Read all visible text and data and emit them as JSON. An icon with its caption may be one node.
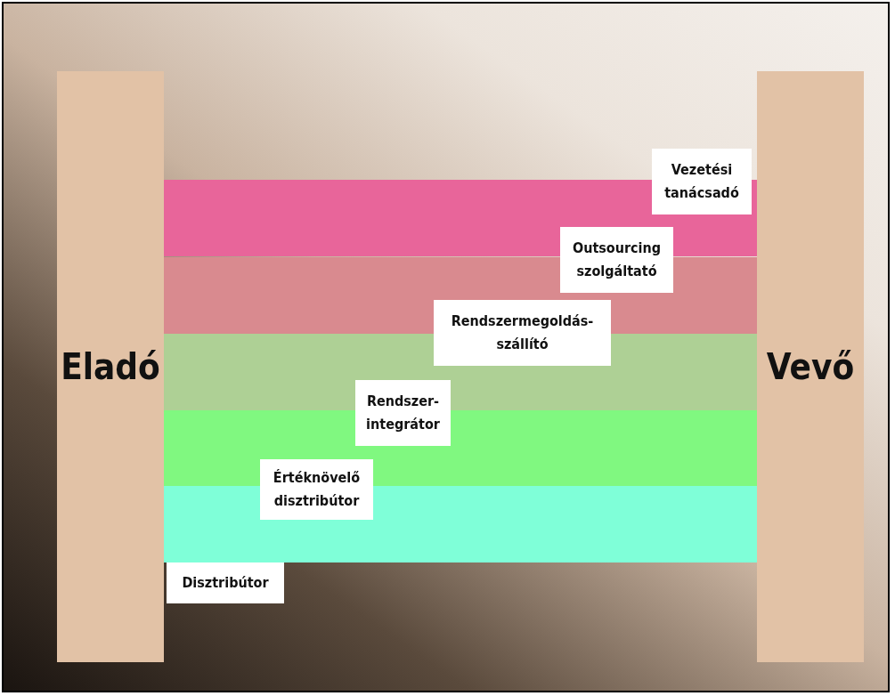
{
  "diagram": {
    "nodes": [
      {
        "text": [
          "Eladó"
        ]
      },
      {
        "text": [
          "Vevő"
        ]
      },
      {
        "text": [
          "Vezetési tanácsadó"
        ]
      },
      {
        "text": [
          "Outsourcing szolgáltató"
        ]
      },
      {
        "text": [
          "Rendszermegoldás-szállító"
        ]
      },
      {
        "text": [
          "Rendszer-integrátor"
        ]
      },
      {
        "text": [
          "Értéknövelő disztribútor"
        ]
      },
      {
        "text": [
          "Disztribútor"
        ]
      },
      {
        "text": [],
        "shape": "bar"
      },
      {
        "text": [],
        "shape": "bar"
      },
      {
        "text": [],
        "shape": "bar"
      },
      {
        "text": [],
        "shape": "bar"
      },
      {
        "text": [],
        "shape": "bar"
      }
    ]
  }
}
